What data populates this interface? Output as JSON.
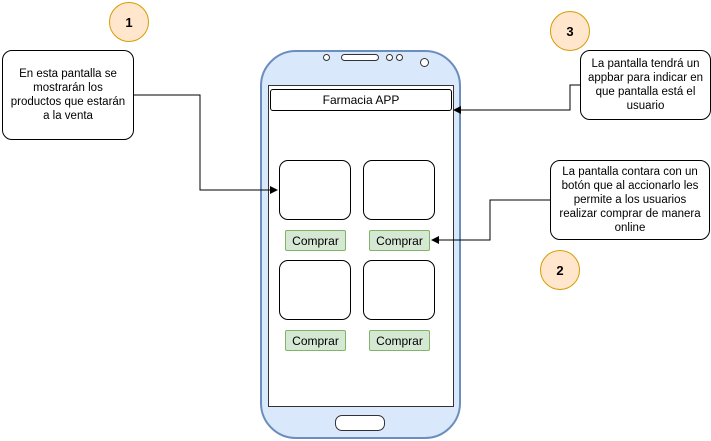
{
  "badges": [
    "1",
    "2",
    "3"
  ],
  "notes": {
    "left": "En esta pantalla se mostrarán los productos que estarán a la venta",
    "top_right": "La pantalla tendrá un appbar para indicar en que pantalla está el usuario",
    "right": "La pantalla contara con un botón que al accionarlo les permite a los usuarios realizar comprar de manera online"
  },
  "appbar": {
    "title": "Farmacia APP"
  },
  "products": [
    {
      "button_label": "Comprar"
    },
    {
      "button_label": "Comprar"
    },
    {
      "button_label": "Comprar"
    },
    {
      "button_label": "Comprar"
    }
  ],
  "colors": {
    "phone_fill": "#dae8fc",
    "phone_stroke": "#6c8ebf",
    "badge_fill": "#ffe6cc",
    "badge_stroke": "#d79b00",
    "button_fill": "#d5e8d4",
    "button_stroke": "#82b366"
  }
}
